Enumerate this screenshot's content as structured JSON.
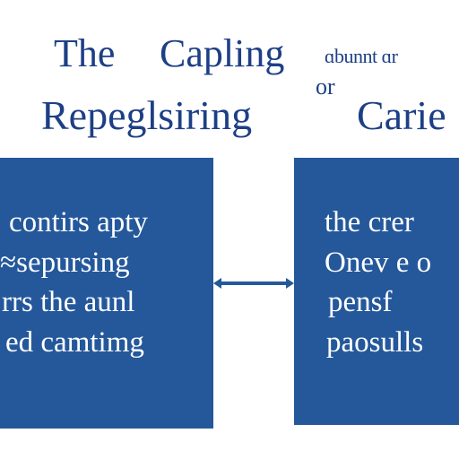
{
  "title": {
    "line1_word1": "The",
    "line1_word2": "Capling",
    "line2_word1": "Repeglsiring",
    "line2_word2": "Carie",
    "side_note": "ɑbunnt ɑr",
    "side_or": "or"
  },
  "left_box": {
    "lines": [
      "contirs apty",
      "≈sepursing",
      "rrs the aunl",
      "ed camtimg"
    ]
  },
  "right_box": {
    "lines": [
      "the crer",
      "Onev e o",
      "pensf",
      "paosulls"
    ]
  },
  "colors": {
    "title": "#1d3f86",
    "box": "#24589b",
    "box_text": "#ffffff",
    "connector": "#24589b"
  }
}
